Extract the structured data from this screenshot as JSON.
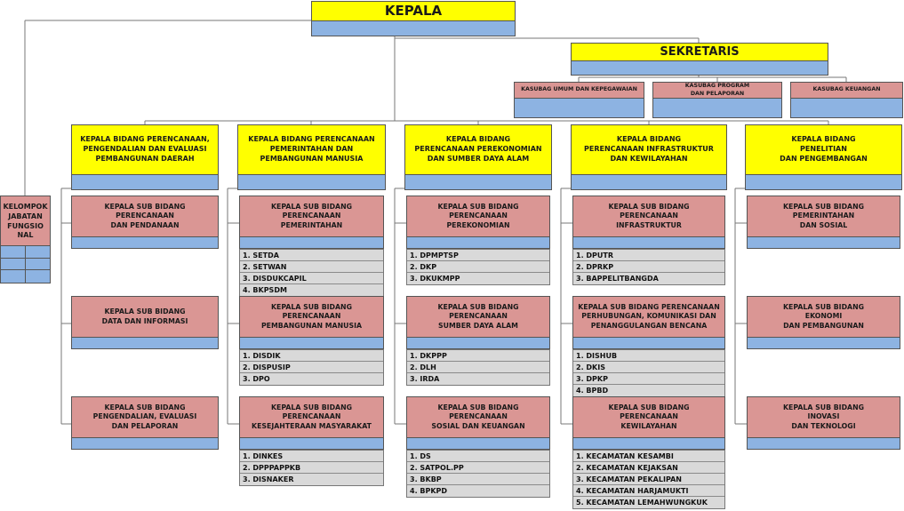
{
  "kepala": "KEPALA",
  "sekretaris": "SEKRETARIS",
  "kasubag": [
    "KASUBAG UMUM DAN KEPEGAWAIAN",
    "KASUBAG PROGRAM\nDAN PELAPORAN",
    "KASUBAG KEUANGAN"
  ],
  "fungsional": "KELOMPOK\nJABATAN\nFUNGSIO\nNAL",
  "bidang": [
    {
      "title": "KEPALA BIDANG PERENCANAAN,\nPENGENDALIAN DAN EVALUASI\nPEMBANGUNAN DAERAH",
      "subs": [
        {
          "title": "KEPALA SUB BIDANG\nPERENCANAAN\nDAN PENDANAAN",
          "items": []
        },
        {
          "title": "KEPALA SUB BIDANG\nDATA DAN INFORMASI",
          "items": []
        },
        {
          "title": "KEPALA SUB BIDANG\nPENGENDALIAN, EVALUASI\nDAN PELAPORAN",
          "items": []
        }
      ]
    },
    {
      "title": "KEPALA BIDANG PERENCANAAN\nPEMERINTAHAN DAN\nPEMBANGUNAN MANUSIA",
      "subs": [
        {
          "title": "KEPALA SUB BIDANG\nPERENCANAAN\nPEMERINTAHAN",
          "items": [
            "1. SETDA",
            "2. SETWAN",
            "3. DISDUKCAPIL",
            "4. BKPSDM"
          ]
        },
        {
          "title": "KEPALA SUB BIDANG\nPERENCANAAN\nPEMBANGUNAN MANUSIA",
          "items": [
            "1. DISDIK",
            "2. DISPUSIP",
            "3. DPO"
          ]
        },
        {
          "title": "KEPALA SUB BIDANG\nPERENCANAAN\nKESEJAHTERAAN MASYARAKAT",
          "items": [
            "1. DINKES",
            "2. DPPPAPPKB",
            "3. DISNAKER"
          ]
        }
      ]
    },
    {
      "title": "KEPALA BIDANG\nPERENCANAAN PEREKONOMIAN\nDAN SUMBER DAYA ALAM",
      "subs": [
        {
          "title": "KEPALA SUB BIDANG\nPERENCANAAN\nPEREKONOMIAN",
          "items": [
            "1. DPMPTSP",
            "2. DKP",
            "3. DKUKMPP"
          ]
        },
        {
          "title": "KEPALA SUB BIDANG\nPERENCANAAN\nSUMBER DAYA ALAM",
          "items": [
            "1. DKPPP",
            "2. DLH",
            "3. IRDA"
          ]
        },
        {
          "title": "KEPALA SUB BIDANG\nPERENCANAAN\nSOSIAL DAN KEUANGAN",
          "items": [
            "1. DS",
            "2. SATPOL.PP",
            "3. BKBP",
            "4. BPKPD"
          ]
        }
      ]
    },
    {
      "title": "KEPALA BIDANG\nPERENCANAAN INFRASTRUKTUR\nDAN KEWILAYAHAN",
      "subs": [
        {
          "title": "KEPALA SUB BIDANG\nPERENCANAAN\nINFRASTRUKTUR",
          "items": [
            "1. DPUTR",
            "2. DPRKP",
            "3. BAPPELITBANGDA"
          ]
        },
        {
          "title": "KEPALA SUB BIDANG PERENCANAAN\nPERHUBUNGAN, KOMUNIKASI DAN\nPENANGGULANGAN BENCANA",
          "items": [
            "1. DISHUB",
            "2. DKIS",
            "3. DPKP",
            "4. BPBD"
          ]
        },
        {
          "title": "KEPALA SUB BIDANG\nPERENCANAAN\nKEWILAYAHAN",
          "items": [
            "1. KECAMATAN KESAMBI",
            "2. KECAMATAN KEJAKSAN",
            "3. KECAMATAN PEKALIPAN",
            "4. KECAMATAN HARJAMUKTI",
            "5. KECAMATAN LEMAHWUNGKUK"
          ]
        }
      ]
    },
    {
      "title": "KEPALA BIDANG\nPENELITIAN\nDAN PENGEMBANGAN",
      "subs": [
        {
          "title": "KEPALA SUB BIDANG\nPEMERINTAHAN\nDAN SOSIAL",
          "items": []
        },
        {
          "title": "KEPALA SUB BIDANG\nEKONOMI\nDAN PEMBANGUNAN",
          "items": []
        },
        {
          "title": "KEPALA SUB BIDANG\nINOVASI\nDAN TEKNOLOGI",
          "items": []
        }
      ]
    }
  ]
}
